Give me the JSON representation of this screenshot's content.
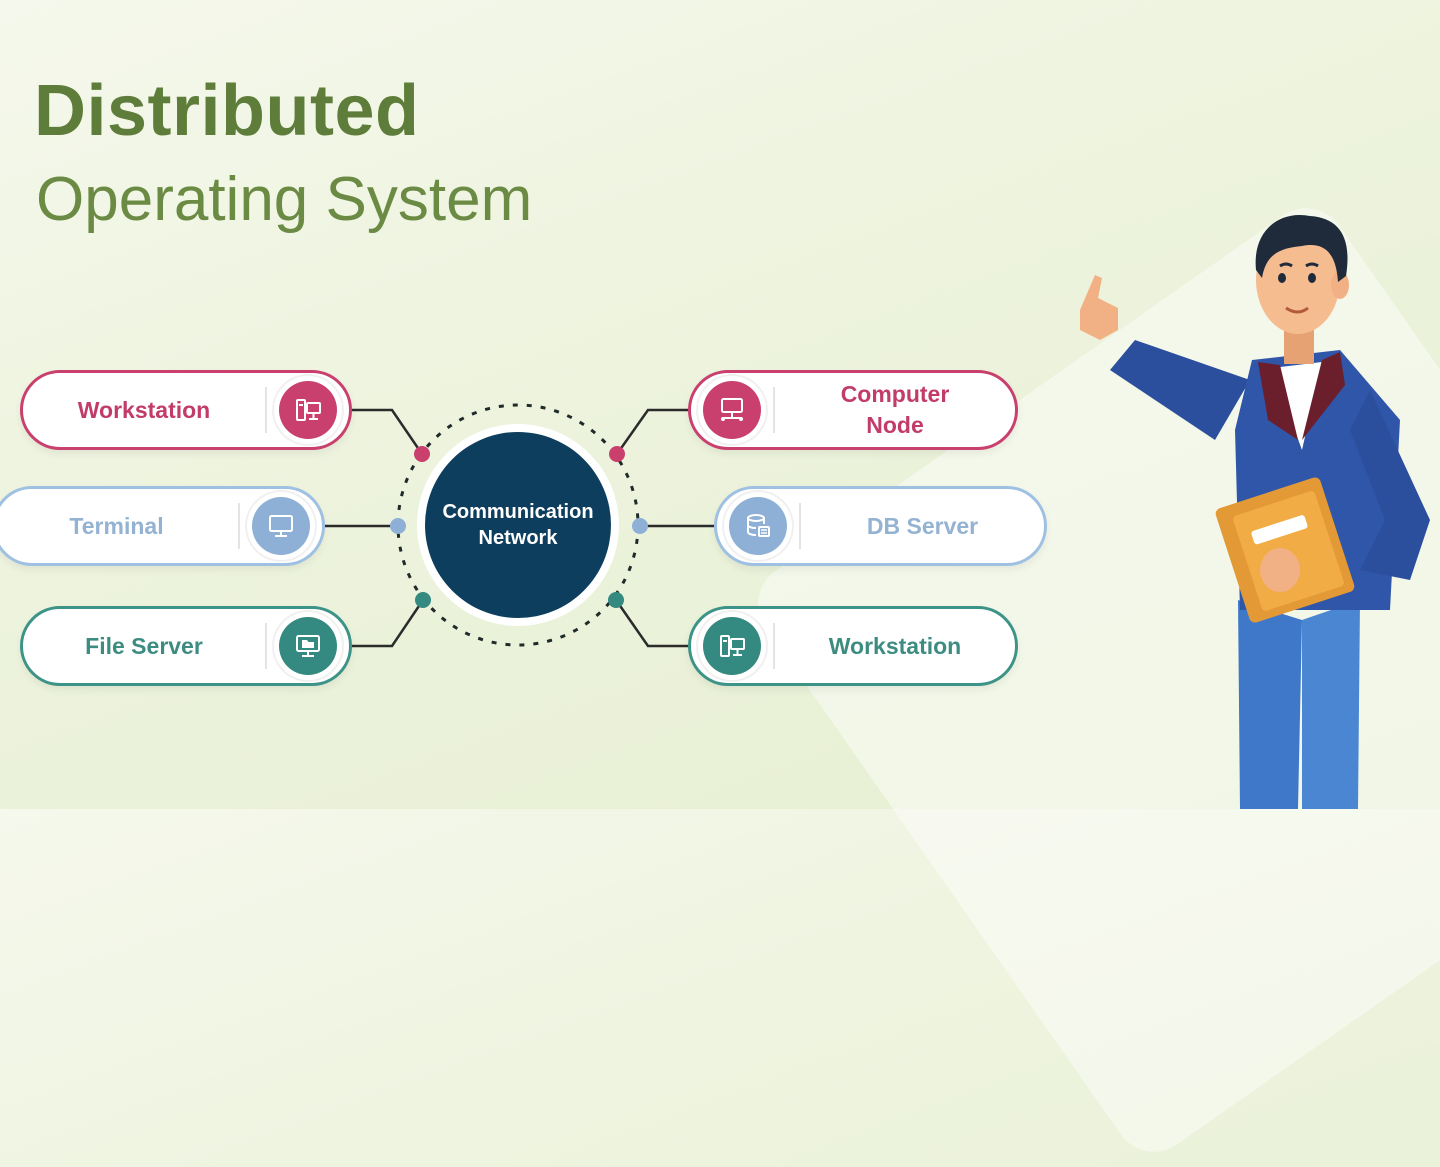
{
  "title": {
    "line1": "Distributed",
    "line2": "Operating System"
  },
  "hub": {
    "line1": "Communication",
    "line2": "Network"
  },
  "nodes": {
    "workstation_left": {
      "label": "Workstation",
      "icon": "workstation-icon",
      "color": "#c9406e"
    },
    "terminal": {
      "label": "Terminal",
      "icon": "monitor-icon",
      "color": "#8fb0d6"
    },
    "file_server": {
      "label": "File Server",
      "icon": "file-server-icon",
      "color": "#348a80"
    },
    "computer_node": {
      "line1": "Computer",
      "line2": "Node",
      "icon": "network-computer-icon",
      "color": "#c9406e"
    },
    "db_server": {
      "label": "DB Server",
      "icon": "database-icon",
      "color": "#8fb0d6"
    },
    "workstation_right": {
      "label": "Workstation",
      "icon": "workstation-icon",
      "color": "#348a80"
    }
  },
  "colors": {
    "title": "#5f7d3a",
    "hub": "#0e3e5e",
    "pink": "#c9406e",
    "blue": "#8fb0d6",
    "teal": "#348a80"
  }
}
